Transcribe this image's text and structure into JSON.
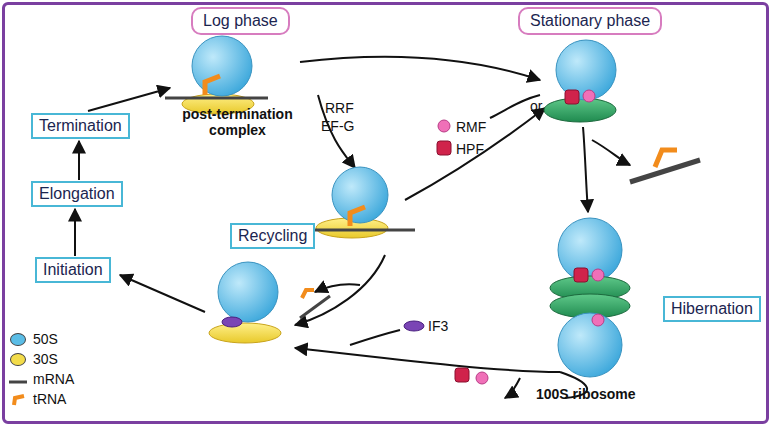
{
  "diagram": {
    "nodes": [
      {
        "text": [
          "Log phase"
        ]
      },
      {
        "text": [
          "Stationary phase"
        ]
      },
      {
        "text": [
          "Termination"
        ]
      },
      {
        "text": [
          "Elongation"
        ]
      },
      {
        "text": [
          "Initiation"
        ]
      },
      {
        "text": [
          "Recycling"
        ]
      },
      {
        "text": [
          "Hibernation"
        ]
      }
    ],
    "edges": [
      {
        "from": 4,
        "to": 3,
        "arrow": "to"
      },
      {
        "from": 3,
        "to": 2,
        "arrow": "to"
      }
    ],
    "labels": [
      "post-termination complex",
      "RRF",
      "EF-G",
      "RMF",
      "HPF",
      "or",
      "IF3",
      "100S ribosome"
    ],
    "legend": [
      {
        "text": "50S",
        "color": "#5bbde6"
      },
      {
        "text": "30S",
        "color": "#f3dc4a"
      },
      {
        "text": "mRNA"
      },
      {
        "text": "tRNA"
      }
    ]
  }
}
